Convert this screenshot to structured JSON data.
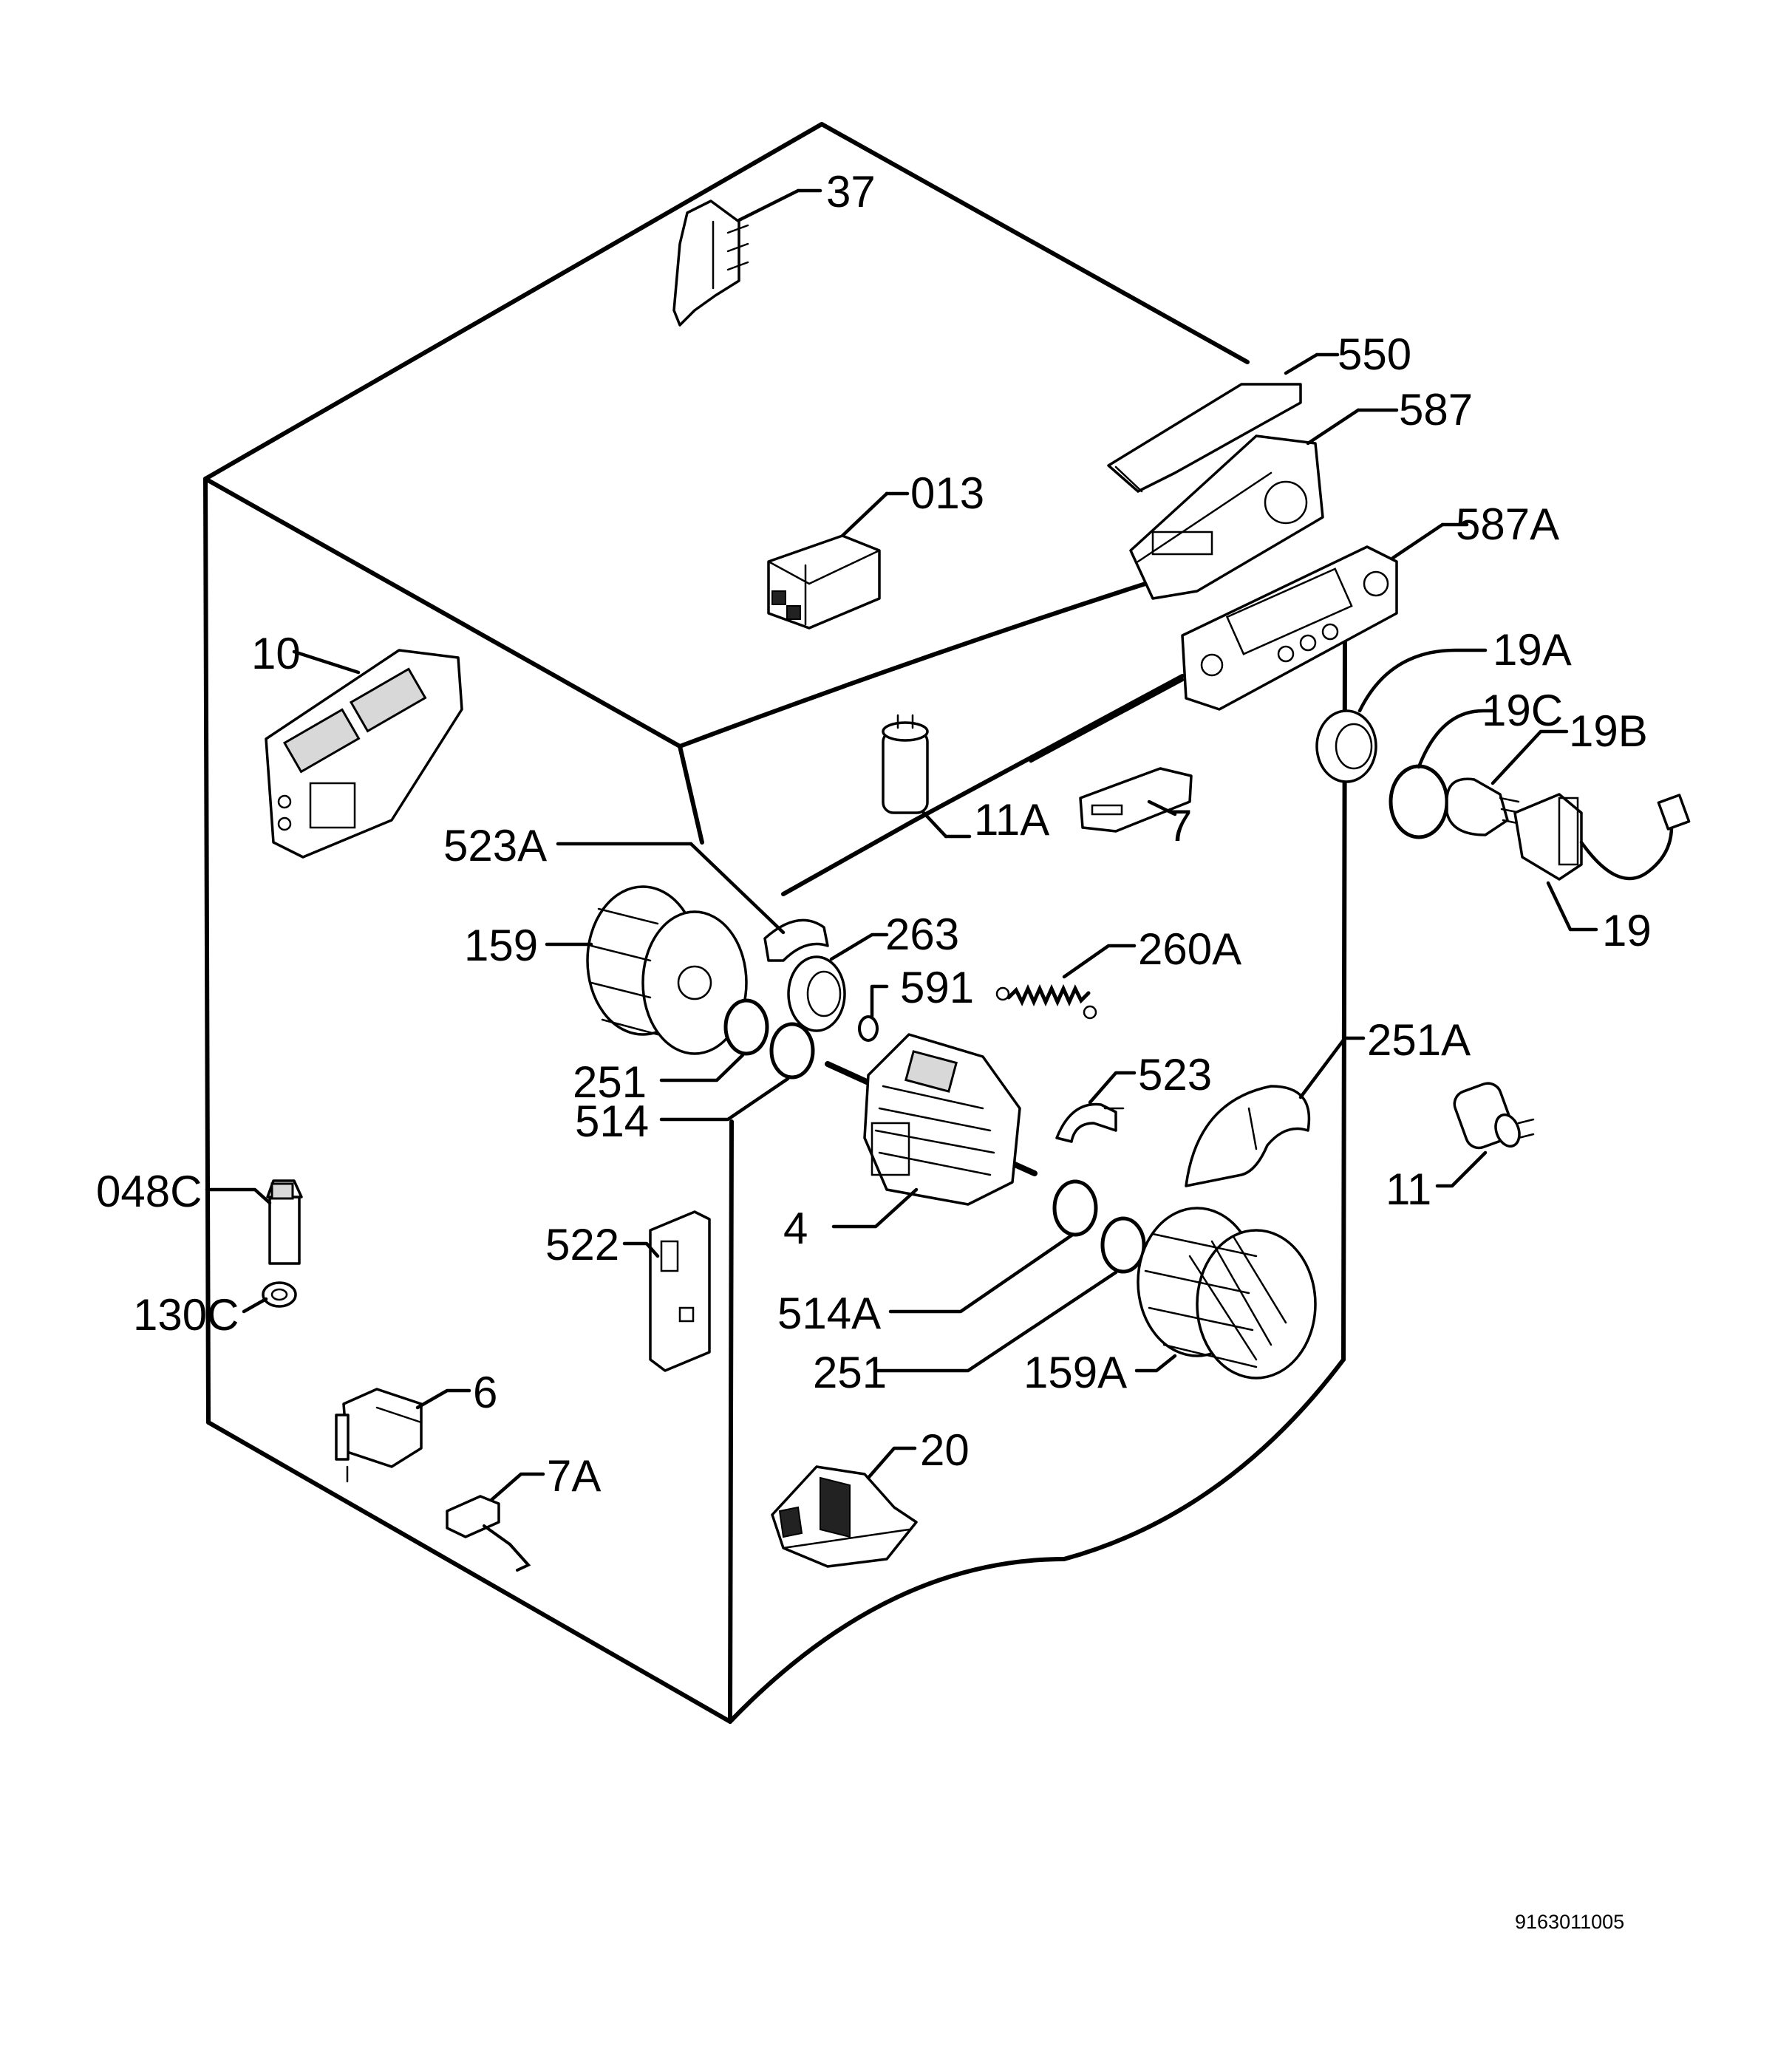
{
  "labels": {
    "p37": "37",
    "p550": "550",
    "p587": "587",
    "p013": "013",
    "p587A": "587A",
    "p10": "10",
    "p19A": "19A",
    "p19C": "19C",
    "p19B": "19B",
    "p11A": "11A",
    "p7": "7",
    "p523A": "523A",
    "p19": "19",
    "p159": "159",
    "p263": "263",
    "p260A": "260A",
    "p591": "591",
    "p251A": "251A",
    "p523": "523",
    "p251_left": "251",
    "p514": "514",
    "p11": "11",
    "p048C": "048C",
    "p4": "4",
    "p522": "522",
    "p514A": "514A",
    "p130C": "130C",
    "p251_lower": "251",
    "p159A": "159A",
    "p6": "6",
    "p7A": "7A",
    "p20": "20"
  },
  "drawing_code": "9163011005"
}
